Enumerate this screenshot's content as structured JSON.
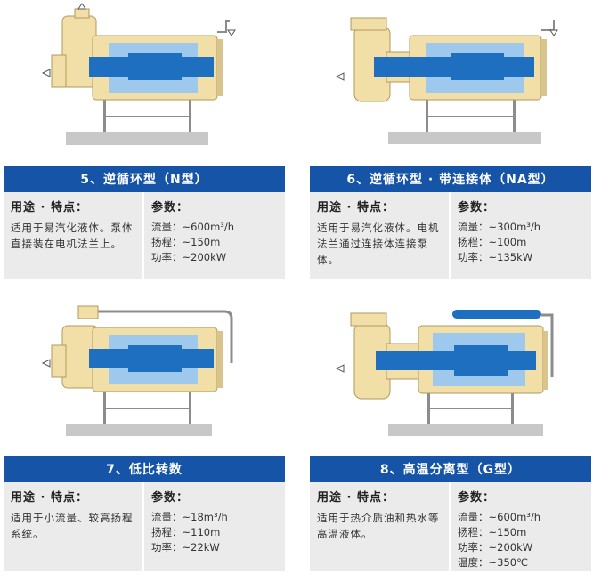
{
  "panels": [
    {
      "title": "5、逆循环型（N型）",
      "usage_head": "用途 · 特点：",
      "usage_text": "适用于易汽化液体。泵体直接装在电机法兰上。",
      "params_head": "参数：",
      "params": [
        "流量：~600m³/h",
        "扬程：~150m",
        "功率：~200kW"
      ]
    },
    {
      "title": "6、逆循环型 · 带连接体（NA型）",
      "usage_head": "用途 · 特点：",
      "usage_text": "适用于易汽化液体。电机法兰通过连接体连接泵体。",
      "params_head": "参数：",
      "params": [
        "流量：~300m³/h",
        "扬程：~100m",
        "功率：~135kW"
      ]
    },
    {
      "title": "7、低比转数",
      "usage_head": "用途 · 特点：",
      "usage_text": "适用于小流量、较高扬程系统。",
      "params_head": "参数：",
      "params": [
        "流量：~18m³/h",
        "扬程：~110m",
        "功率：~22kW"
      ]
    },
    {
      "title": "8、高温分离型（G型）",
      "usage_head": "用途 · 特点：",
      "usage_text": "适用于热介质油和热水等高温液体。",
      "params_head": "参数：",
      "params": [
        "流量：~600m³/h",
        "扬程：~150m",
        "功率：~200kW",
        "温度：~350℃"
      ]
    }
  ],
  "colors": {
    "title_bar": "#1554a6",
    "info_bg": "#ebebeb",
    "casing": "#f2dfa8",
    "rotor": "#1e6fc0",
    "stator": "#9fc9ec"
  }
}
